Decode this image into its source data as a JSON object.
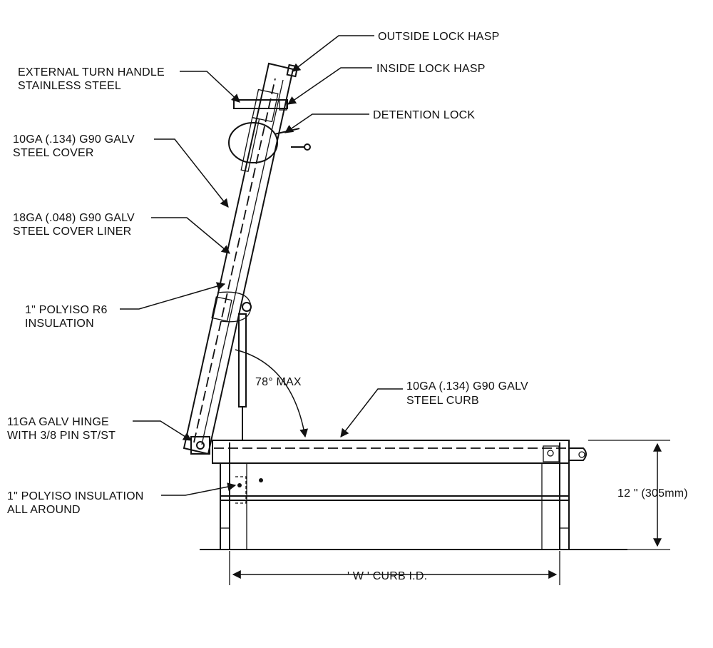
{
  "labels": {
    "outside_lock_hasp": "OUTSIDE LOCK HASP",
    "inside_lock_hasp": "INSIDE LOCK HASP",
    "detention_lock": "DETENTION LOCK",
    "turn_handle_1": "EXTERNAL TURN HANDLE",
    "turn_handle_2": "STAINLESS STEEL",
    "cover_1": "10GA (.134) G90 GALV",
    "cover_2": "STEEL  COVER",
    "liner_1": "18GA (.048) G90 GALV",
    "liner_2": "STEEL COVER LINER",
    "insul_r6_1": "1\" POLYISO R6",
    "insul_r6_2": "INSULATION",
    "angle": "78°  MAX",
    "curb_1": "10GA (.134) G90 GALV",
    "curb_2": "STEEL CURB",
    "hinge_1": "11GA GALV HINGE",
    "hinge_2": "WITH 3/8  PIN ST/ST",
    "insul_all_1": "1\" POLYISO INSULATION",
    "insul_all_2": "ALL AROUND",
    "height_dim": "12  \" (305mm)",
    "width_dim": "' W ' CURB I.D."
  },
  "colors": {
    "ink": "#111111",
    "background": "#ffffff"
  }
}
